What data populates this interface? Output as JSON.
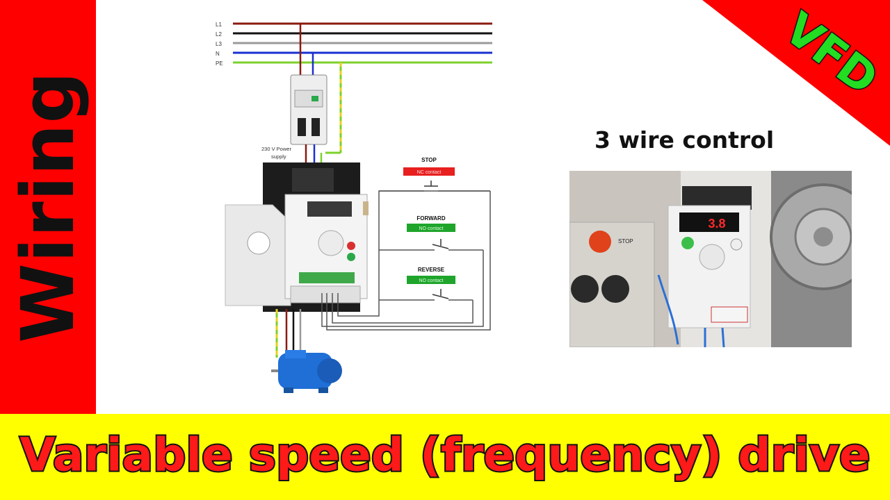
{
  "side_title": "Wiring",
  "corner_badge": "VFD",
  "main_title": "Variable speed (frequency) drive",
  "control_title": "3 wire control",
  "diagram": {
    "lines": [
      "L1",
      "L2",
      "L3",
      "N",
      "PE"
    ],
    "supply_label": [
      "230 V Power",
      "supply"
    ],
    "buttons": [
      {
        "label": "STOP",
        "tag": "NC contact",
        "color": "#e82020"
      },
      {
        "label": "FORWARD",
        "tag": "NO contact",
        "color": "#1fa52b"
      },
      {
        "label": "REVERSE",
        "tag": "NO contact",
        "color": "#1fa52b"
      }
    ]
  },
  "photo": {
    "display_value": "3.8",
    "stop_label": "STOP"
  },
  "colors": {
    "left_band": "#ff0000",
    "bottom_band": "#ffff00",
    "title_text": "#ff1a1a",
    "badge_text": "#22dd22"
  }
}
